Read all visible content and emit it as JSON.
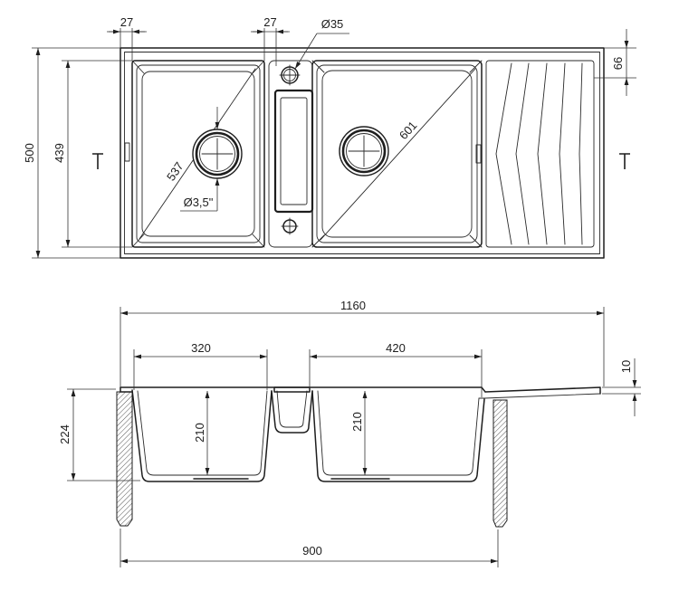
{
  "top_view": {
    "rim_left": "27",
    "divider_offset": "27",
    "tap_hole": "Ø35",
    "overall_depth": "500",
    "bowl_depth": "439",
    "edge_offset": "66",
    "left_bowl_diagonal": "537",
    "right_bowl_diagonal": "601",
    "drain_diameter": "Ø3,5\""
  },
  "side_view": {
    "overall_width": "1160",
    "left_bowl_width": "320",
    "right_bowl_width": "420",
    "drainboard_thickness": "10",
    "overall_height": "224",
    "left_bowl_depth": "210",
    "right_bowl_depth": "210",
    "cabinet_width": "900"
  },
  "colors": {
    "line": "#1e1e1e",
    "hatch": "#555555",
    "background": "#ffffff"
  }
}
